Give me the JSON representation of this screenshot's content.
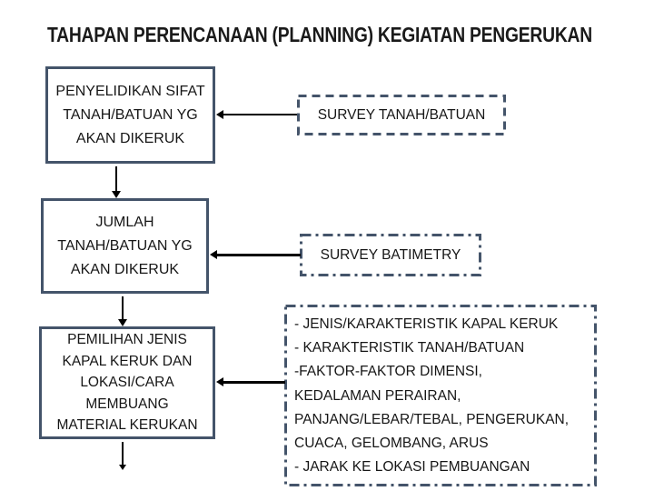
{
  "slide": {
    "title": "TAHAPAN PERENCANAAN (PLANNING) KEGIATAN PENGERUKAN"
  },
  "colors": {
    "border": "#44546a",
    "connector": "#000000",
    "title": "#1a1a1a",
    "text": "#161616",
    "background": "#ffffff"
  },
  "flow": {
    "stage_boxes": [
      {
        "id": "penyelidikan-sifat-tanah",
        "lines": [
          "PENYELIDIKAN SIFAT",
          "TANAH/BATUAN YG",
          "AKAN DIKERUK"
        ]
      },
      {
        "id": "jumlah-tanah-batuan",
        "lines": [
          "JUMLAH",
          "TANAH/BATUAN YG",
          "AKAN DIKERUK"
        ]
      },
      {
        "id": "pemilihan-jenis-kapal",
        "lines": [
          "PEMILIHAN JENIS",
          "KAPAL KERUK DAN",
          "LOKASI/CARA",
          "MEMBUANG",
          "MATERIAL KERUKAN"
        ]
      }
    ],
    "survey_boxes": [
      {
        "id": "survey-tanah-batuan",
        "label": "SURVEY TANAH/BATUAN"
      },
      {
        "id": "survey-batimetry",
        "label": "SURVEY BATIMETRY"
      }
    ],
    "detail_box": {
      "items": [
        "- JENIS/KARAKTERISTIK KAPAL KERUK",
        "- KARAKTERISTIK TANAH/BATUAN",
        "-FAKTOR-FAKTOR DIMENSI,",
        "KEDALAMAN PERAIRAN,",
        "PANJANG/LEBAR/TEBAL, PENGERUKAN,",
        "CUACA, GELOMBANG, ARUS",
        "- JARAK KE LOKASI PEMBUANGAN"
      ]
    }
  }
}
